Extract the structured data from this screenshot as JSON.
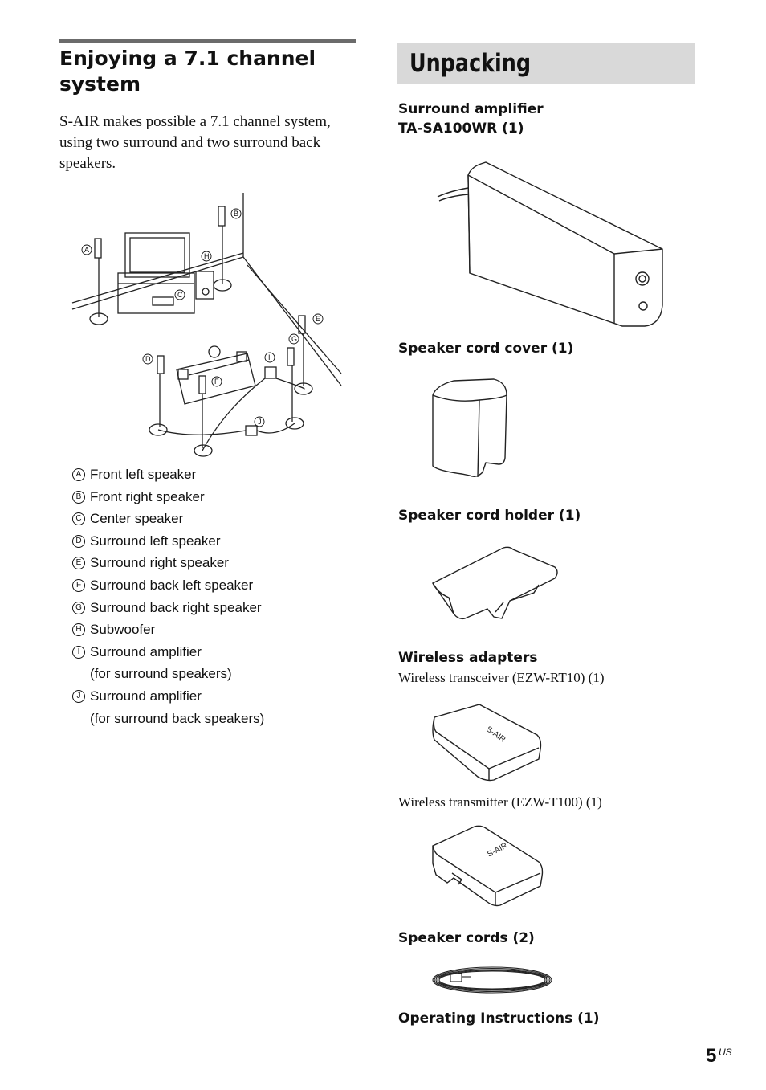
{
  "left": {
    "heading": "Enjoying a 7.1 channel system",
    "intro": "S-AIR makes possible a 7.1 channel system, using two surround and two surround back speakers.",
    "legend": [
      {
        "key": "A",
        "label": "Front left speaker"
      },
      {
        "key": "B",
        "label": "Front right speaker"
      },
      {
        "key": "C",
        "label": "Center speaker"
      },
      {
        "key": "D",
        "label": "Surround left speaker"
      },
      {
        "key": "E",
        "label": "Surround right speaker"
      },
      {
        "key": "F",
        "label": "Surround back left speaker"
      },
      {
        "key": "G",
        "label": "Surround back right speaker"
      },
      {
        "key": "H",
        "label": "Subwoofer"
      },
      {
        "key": "I",
        "label": "Surround amplifier",
        "sub": "(for surround speakers)"
      },
      {
        "key": "J",
        "label": "Surround amplifier",
        "sub": "(for surround back speakers)"
      }
    ]
  },
  "right": {
    "title": "Unpacking",
    "items": {
      "amplifier": {
        "heading_1": "Surround amplifier",
        "heading_2": "TA-SA100WR (1)"
      },
      "cord_cover": {
        "heading": "Speaker cord cover (1)"
      },
      "cord_holder": {
        "heading": "Speaker cord holder (1)"
      },
      "wireless": {
        "heading": "Wireless adapters",
        "transceiver": "Wireless transceiver (EZW-RT10) (1)",
        "transmitter": "Wireless transmitter (EZW-T100) (1)",
        "device_logo": "S-AIR"
      },
      "cords": {
        "heading": "Speaker cords (2)"
      },
      "instructions": {
        "heading": "Operating Instructions (1)"
      }
    }
  },
  "footer": {
    "page_number": "5",
    "page_suffix": "US"
  }
}
